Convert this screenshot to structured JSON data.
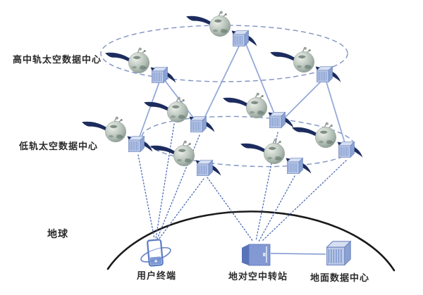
{
  "figure": {
    "type": "satellite-network-architecture-diagram",
    "background": "#ffffff"
  },
  "labels": {
    "high_orbit": "高中轨太空数据中心",
    "low_orbit": "低轨太空数据中心",
    "earth": "地球",
    "user_terminal": "用户终端",
    "ground_relay": "地对空中转站",
    "ground_datacenter": "地面数据中心"
  },
  "structure": {
    "orbit_rings": 2,
    "high_orbit_satellite_count": 3,
    "low_orbit_satellite_count": 6,
    "each_satellite_carries": "container data-center cube",
    "ground_nodes": [
      "user_terminal",
      "ground_relay",
      "ground_datacenter"
    ],
    "solid_intersatellite_links": 6,
    "dotted_ground_links_to_terminal": 4,
    "dotted_ground_links_to_relay": 4,
    "relay_to_datacenter_link": true
  },
  "colors": {
    "inter_satellite_link": "#96aad9",
    "orbit_dash": "#7f92c2",
    "ground_link_dotted": "#4b69b4",
    "earth_arc": "#1a1a1a",
    "solar_panel": "#1c2c5e",
    "cube_front": "#bccbe9",
    "cube_side": "#8aa2d4",
    "cube_top": "#d6e0f2",
    "relay_front": "#8299d4",
    "label_text": "#2b2b2b"
  }
}
